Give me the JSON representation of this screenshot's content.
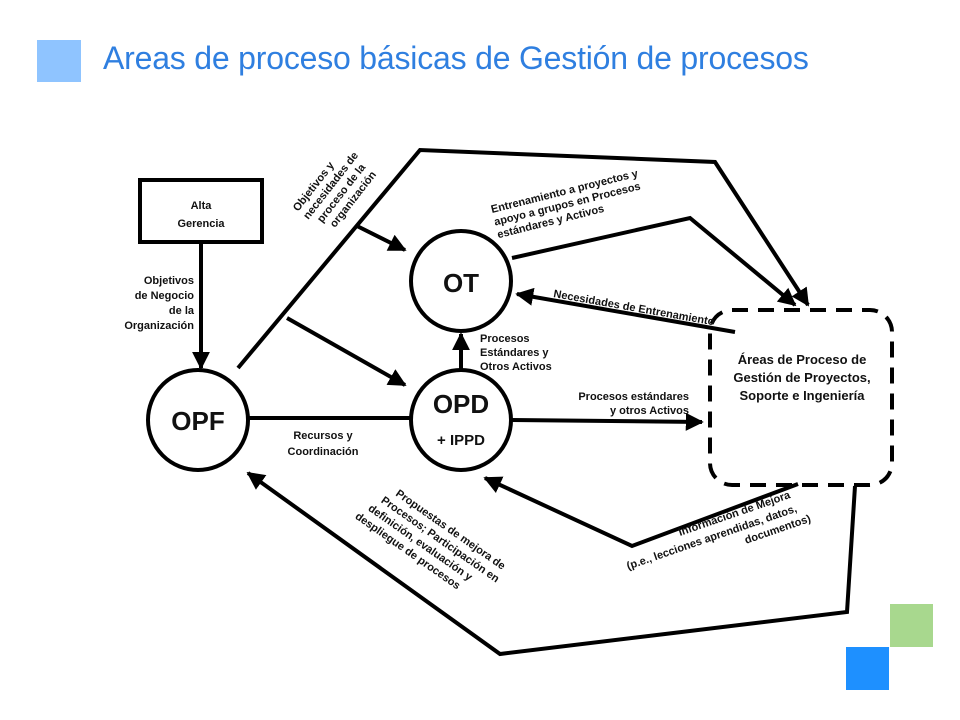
{
  "title": "Areas de proceso básicas de Gestión de procesos",
  "colors": {
    "title": "#2f7fe0",
    "deco_blue": "#1e90ff",
    "deco_lightblue": "#8fc4ff",
    "deco_green": "#a8d88e"
  },
  "nodes": {
    "alta": [
      "Alta",
      "Gerencia"
    ],
    "opf": "OPF",
    "ot": "OT",
    "opd": "OPD",
    "ippd": "+ IPPD",
    "areas": [
      "Áreas de Proceso de",
      "Gestión de Proyectos,",
      "Soporte e Ingeniería"
    ]
  },
  "labels": {
    "objetivos_negocio": [
      "Objetivos",
      "de Negocio",
      "de la",
      "Organización"
    ],
    "objetivos_necesidades": [
      "Objetivos y",
      "necesidades de",
      "proceso de la",
      "organización"
    ],
    "entrenamiento": [
      "Entrenamiento a proyectos y",
      "apoyo a grupos en Procesos",
      "estándares y Activos"
    ],
    "necesidades_entrenamiento": "Necesidades de Entrenamiento",
    "procesos_activos": [
      "Procesos",
      "Estándares y",
      "Otros Activos"
    ],
    "procesos_estandares": [
      "Procesos estándares",
      "y otros Activos"
    ],
    "recursos": [
      "Recursos y",
      "Coordinación"
    ],
    "informacion": [
      "Información de Mejora",
      "(p.e., lecciones aprendidas, datos,",
      "documentos)"
    ],
    "propuestas": [
      "Propuestas de mejora de",
      "Procesos; Participación en",
      "definición, evaluación y",
      "despliegue de procesos"
    ]
  }
}
